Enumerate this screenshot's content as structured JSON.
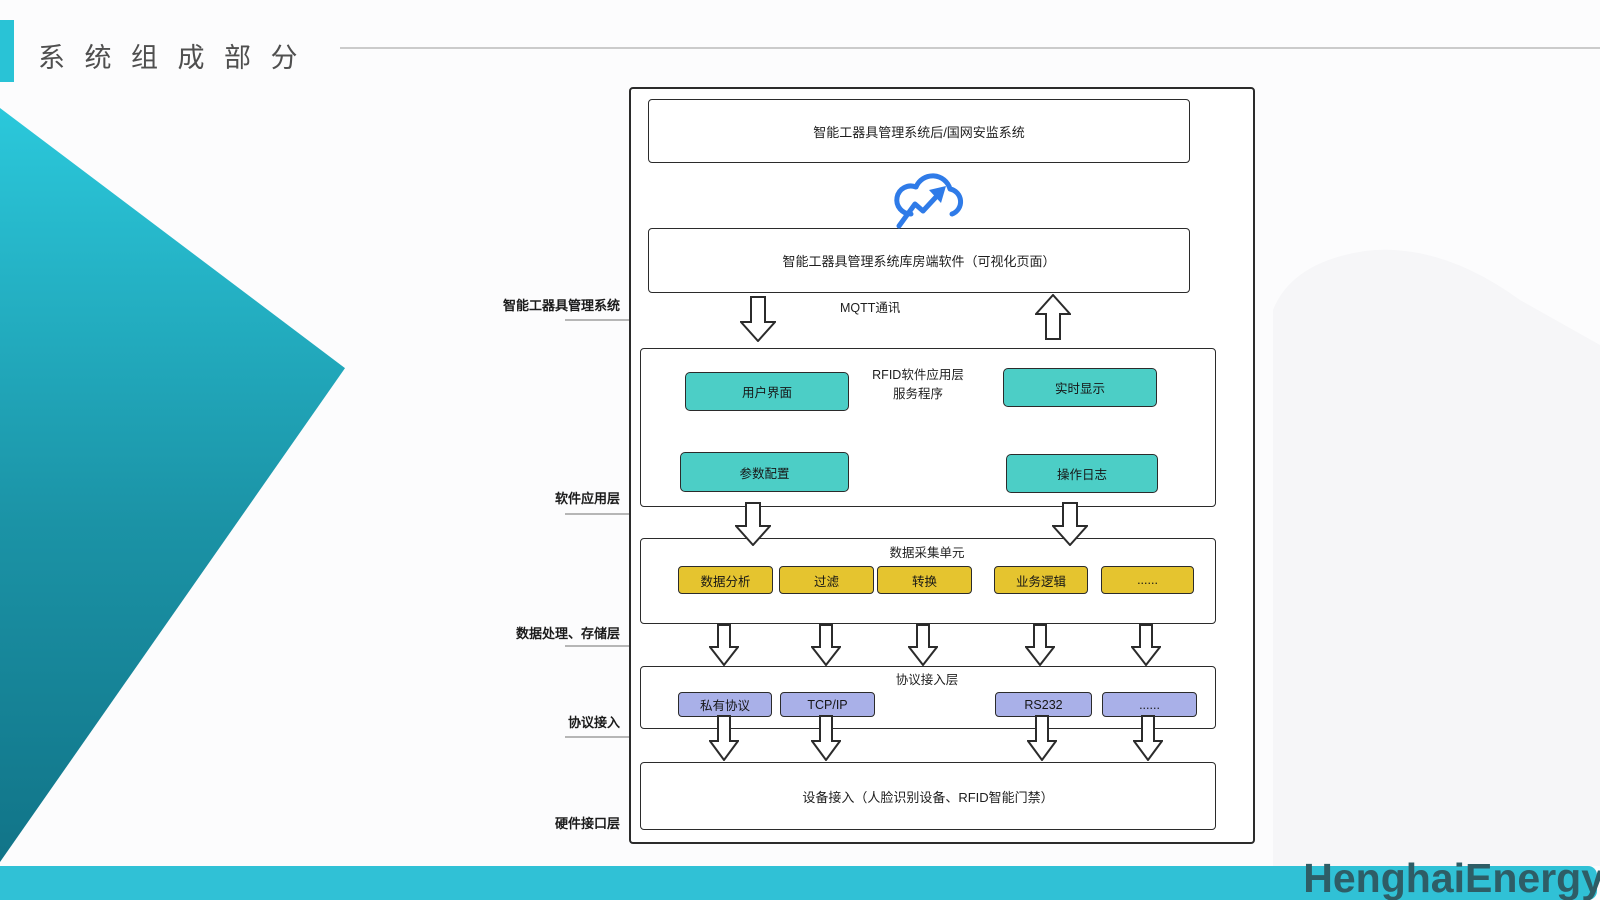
{
  "slide": {
    "title": "系 统 组 成 部 分",
    "logo": "HenghaiEnergy"
  },
  "labels": {
    "layers": [
      "智能工器具管理系统",
      "软件应用层",
      "数据处理、存储层",
      "协议接入",
      "硬件接口层"
    ],
    "mqtt": "MQTT通讯"
  },
  "boxes": {
    "backend": "智能工器具管理系统后/国网安监系统",
    "warehouse": "智能工器具管理系统库房端软件（可视化页面）",
    "rfid": {
      "title_line1": "RFID软件应用层",
      "title_line2": "服务程序",
      "buttons": [
        "用户界面",
        "实时显示",
        "参数配置",
        "操作日志"
      ]
    },
    "collect": {
      "title": "数据采集单元",
      "buttons": [
        "数据分析",
        "过滤",
        "转换",
        "业务逻辑",
        "......"
      ]
    },
    "protocol": {
      "title": "协议接入层",
      "buttons": [
        "私有协议",
        "TCP/IP",
        "RS232",
        "......"
      ]
    },
    "device": "设备接入（人脸识别设备、RFID智能门禁）"
  },
  "icons": {
    "cloud": "cloud-uplink-icon"
  },
  "colors": {
    "accent_teal": "#29C3D6",
    "footer_bar": "#30C1D6",
    "logo_text": "#2E5D66",
    "button_teal": "#4CCEC6",
    "button_yellow": "#E5C42F",
    "button_purple": "#A9B0E8",
    "cloud_blue": "#2F7BE8",
    "triangle_gradient_top": "#2BC8DB",
    "triangle_gradient_bottom": "#117488"
  }
}
